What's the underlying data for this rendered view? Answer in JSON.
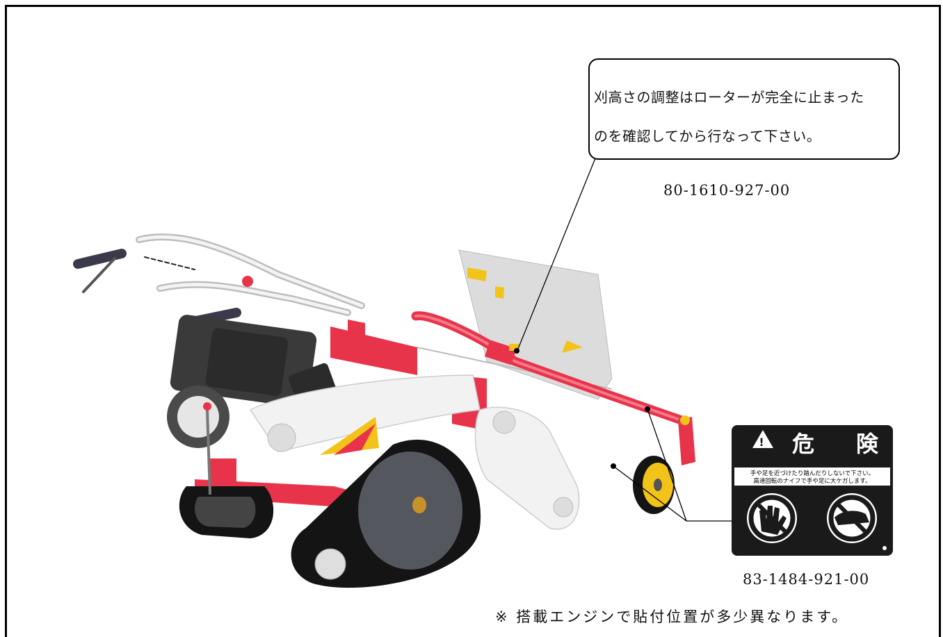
{
  "callout": {
    "line1": "刈高さの調整はローターが完全に止まった",
    "line2": "のを確認してから行なって下さい。"
  },
  "part_numbers": {
    "callout_label": "80-1610-927-00",
    "danger_label": "83-1484-921-00"
  },
  "danger_decal": {
    "heading_left": "危",
    "heading_right": "険",
    "text_line1": "手や足を近づけたり踏んだりしないで下さい。",
    "text_line2": "高速回転のナイフで手や足に大ケガします。",
    "background_color": "#1a1a1a",
    "text_color": "#ffffff"
  },
  "footnote": "※ 搭載エンジンで貼付位置が多少異なります。",
  "colors": {
    "frame_red": "#e8344a",
    "engine_dark": "#3a3a3a",
    "cover_gray": "#d9d9d9",
    "warning_yellow": "#f2c318",
    "track_black": "#141414"
  }
}
